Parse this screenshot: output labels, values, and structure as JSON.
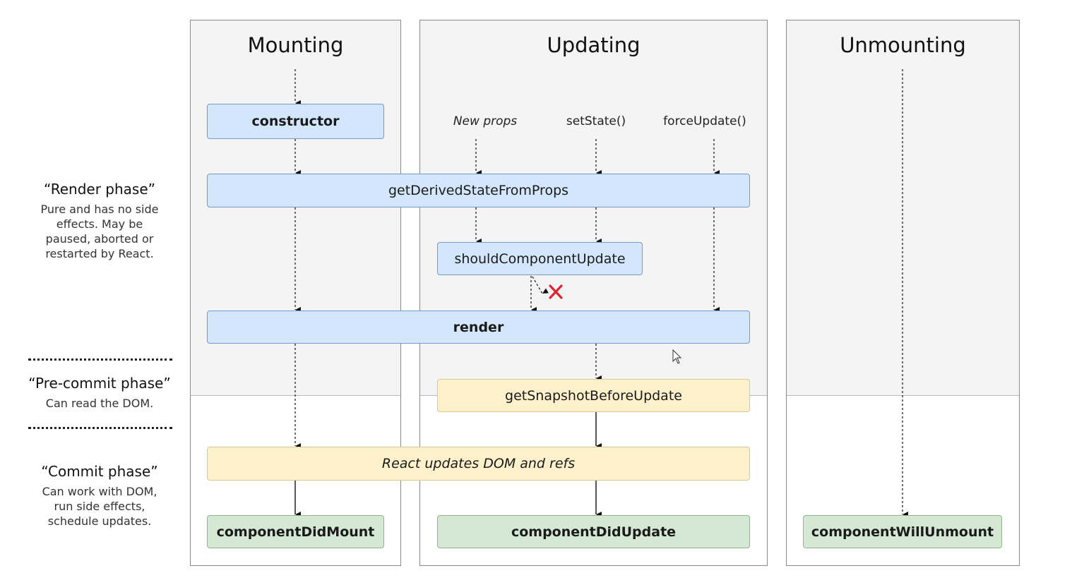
{
  "columns": {
    "mounting": "Mounting",
    "updating": "Updating",
    "unmounting": "Unmounting"
  },
  "methods": {
    "constructor": "constructor",
    "get_derived": "getDerivedStateFromProps",
    "should_update": "shouldComponentUpdate",
    "render": "render",
    "get_snapshot": "getSnapshotBeforeUpdate",
    "dom_updates": "React updates DOM and refs",
    "did_mount": "componentDidMount",
    "did_update": "componentDidUpdate",
    "will_unmount": "componentWillUnmount"
  },
  "triggers": {
    "new_props": "New props",
    "set_state": "setState()",
    "force_update": "forceUpdate()"
  },
  "phases": {
    "render": {
      "title": "“Render phase”",
      "lines": [
        "Pure and has no side",
        "effects. May be",
        "paused, aborted or",
        "restarted by React."
      ]
    },
    "precommit": {
      "title": "“Pre-commit phase”",
      "lines": [
        "Can read the DOM."
      ]
    },
    "commit": {
      "title": "“Commit phase”",
      "lines": [
        "Can work with DOM,",
        "run side effects,",
        "schedule updates."
      ]
    }
  },
  "colors": {
    "render_phase_blue": "#d4e6fb",
    "commit_yellow": "#fdf1cc",
    "lifecycle_green": "#d5e8d4",
    "cancel_red": "#e0242b"
  },
  "icons": {
    "cancel": "cross-icon",
    "cursor": "mouse-pointer-icon"
  }
}
